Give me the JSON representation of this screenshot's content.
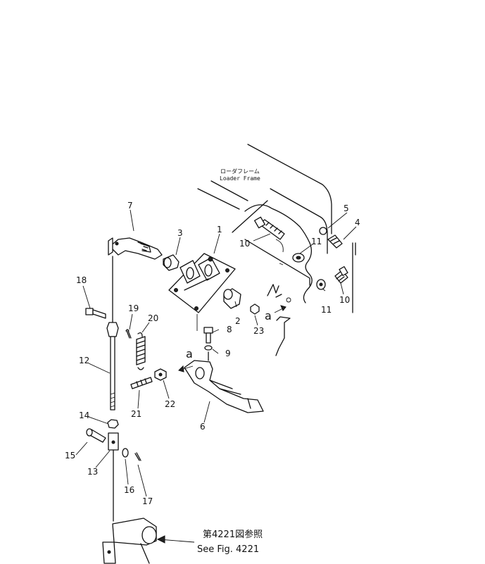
{
  "frame_label": {
    "japanese": "ローダフレーム",
    "english": "Loader Frame"
  },
  "see_ref": {
    "japanese": "第4221図参照",
    "english": "See Fig. 4221"
  },
  "connection_marker": "a",
  "callouts": [
    "1",
    "2",
    "3",
    "4",
    "5",
    "6",
    "7",
    "8",
    "9",
    "10",
    "10",
    "11",
    "11",
    "12",
    "13",
    "14",
    "15",
    "16",
    "17",
    "18",
    "19",
    "20",
    "21",
    "22",
    "23"
  ]
}
